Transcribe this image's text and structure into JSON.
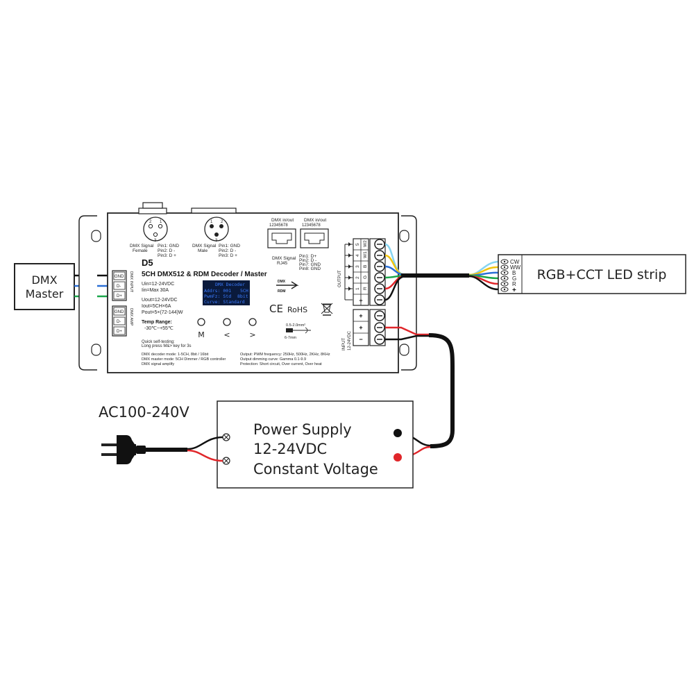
{
  "dmx_master": {
    "line1": "DMX",
    "line2": "Master"
  },
  "device": {
    "model": "D5",
    "title": "5CH DMX512 & RDM Decoder / Master",
    "xlr_female": {
      "label1": "DMX Signal",
      "label2": "Female",
      "pins": [
        "Pin1: GND",
        "Pin2: D -",
        "Pin3: D +"
      ]
    },
    "xlr_male": {
      "label1": "DMX Signal",
      "label2": "Male",
      "pins": [
        "Pin1: GND",
        "Pin2: D -",
        "Pin3: D +"
      ]
    },
    "rj45_1_label": "DMX in/out",
    "rj45_2_label": "DMX in/out",
    "rj45_pin_numbers": "12345678",
    "rj45_signal": {
      "label1": "DMX Signal",
      "label2": "RJ45",
      "pins": [
        "Pin1: D+",
        "Pin2: D -",
        "Pin7: GND",
        "Pin8: GND"
      ]
    },
    "specs": [
      "Uin=12-24VDC",
      "Iin=Max 30A",
      "Uout=12-24VDC",
      "Iout=5CH×6A",
      "Pout=5×(72-144)W"
    ],
    "temp_title": "Temp Range:",
    "temp_value": "-30℃~+55℃",
    "display": {
      "row1": "DMX Decoder",
      "row2a": "Addrs: 001",
      "row2b": "5CH",
      "row3a": "PwmFz: Std",
      "row3b": "8bit",
      "row4": "Curve: Standard"
    },
    "buttons": [
      "M",
      "<",
      ">"
    ],
    "quick_test": [
      "Quick self-testing:",
      "Long press M&> key for 3s"
    ],
    "modes": [
      "DMX decoder mode: 1-5CH, 8bit / 16bit",
      "DMX master mode: 5CH Dimmer / RGB controller",
      "DMX signal amplify"
    ],
    "output_notes": [
      "Output: PWM frequency: 250Hz, 500Hz, 2KHz, 8KHz",
      "Output dimming curve: Gamma 0.1-9.9",
      "Protection: Short circuit, Over current, Over heat"
    ],
    "dmx_input_label": "DMX INPUT",
    "dmx_amp_label": "DMX AMP",
    "dmx_input_terms": [
      "GND",
      "D-",
      "D+"
    ],
    "dmx_amp_terms": [
      "GND",
      "D-",
      "D+"
    ],
    "rdm_label_top": "DMX",
    "rdm_label_bottom": "RDM",
    "ce": "CE",
    "rohs": "RoHS",
    "wire_spec": "0.5-2.0mm²",
    "strip_len": "6-7mm",
    "output_label": "OUTPUT",
    "output_terms": [
      {
        "num": "5",
        "ch": "W2"
      },
      {
        "num": "4",
        "ch": "W1"
      },
      {
        "num": "3",
        "ch": "B"
      },
      {
        "num": "2",
        "ch": "G"
      },
      {
        "num": "1",
        "ch": "R"
      },
      {
        "num": "",
        "ch": "+"
      }
    ],
    "input_label1": "INPUT",
    "input_label2": "12-24VDC",
    "input_terms": [
      "+",
      "+",
      "−"
    ]
  },
  "led_strip": {
    "title": "RGB+CCT LED strip",
    "pins": [
      "CW",
      "WW",
      "B",
      "G",
      "R",
      "+"
    ]
  },
  "mains_label": "AC100-240V",
  "power_supply": {
    "line1": "Power Supply",
    "line2": "12-24VDC",
    "line3": "Constant Voltage"
  },
  "colors": {
    "red": "#e0262a",
    "green": "#1aa64a",
    "blue": "#2a6fd6",
    "yellow": "#f1c40f",
    "cyan": "#86d5f2",
    "black": "#111111",
    "oled_bg": "#0a1a3c"
  }
}
